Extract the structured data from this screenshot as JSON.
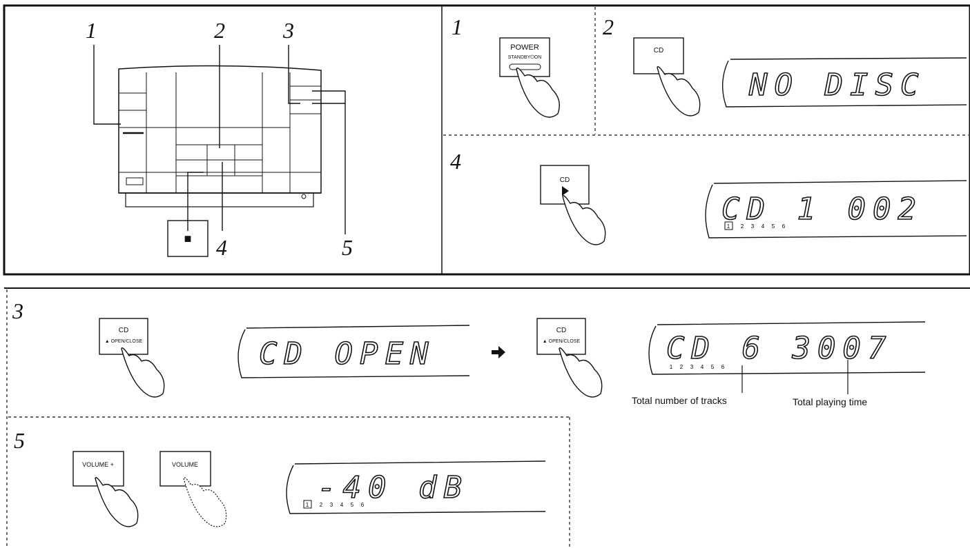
{
  "step_numbers": {
    "overview": [
      "1",
      "2",
      "3",
      "4",
      "5"
    ],
    "s1": "1",
    "s2": "2",
    "s3": "3",
    "s4": "4",
    "s5": "5"
  },
  "buttons": {
    "power_line1": "POWER",
    "power_line2": "STANDBY⏻ON",
    "cd_label": "CD",
    "open_close": "▲ OPEN/CLOSE",
    "volume_up": "VOLUME +",
    "volume_down": "VOLUME",
    "stop_symbol": "■"
  },
  "displays": {
    "no_disc": "NO  DISC",
    "cd_play": "CD  1  002",
    "cd_open": "CD    OPEN",
    "cd_total": "CD  6  3007",
    "volume": "-40  dB"
  },
  "indicator_numbers": [
    "1",
    "2",
    "3",
    "4",
    "5",
    "6"
  ],
  "annotations": {
    "total_tracks": "Total number of tracks",
    "total_time": "Total playing time"
  }
}
